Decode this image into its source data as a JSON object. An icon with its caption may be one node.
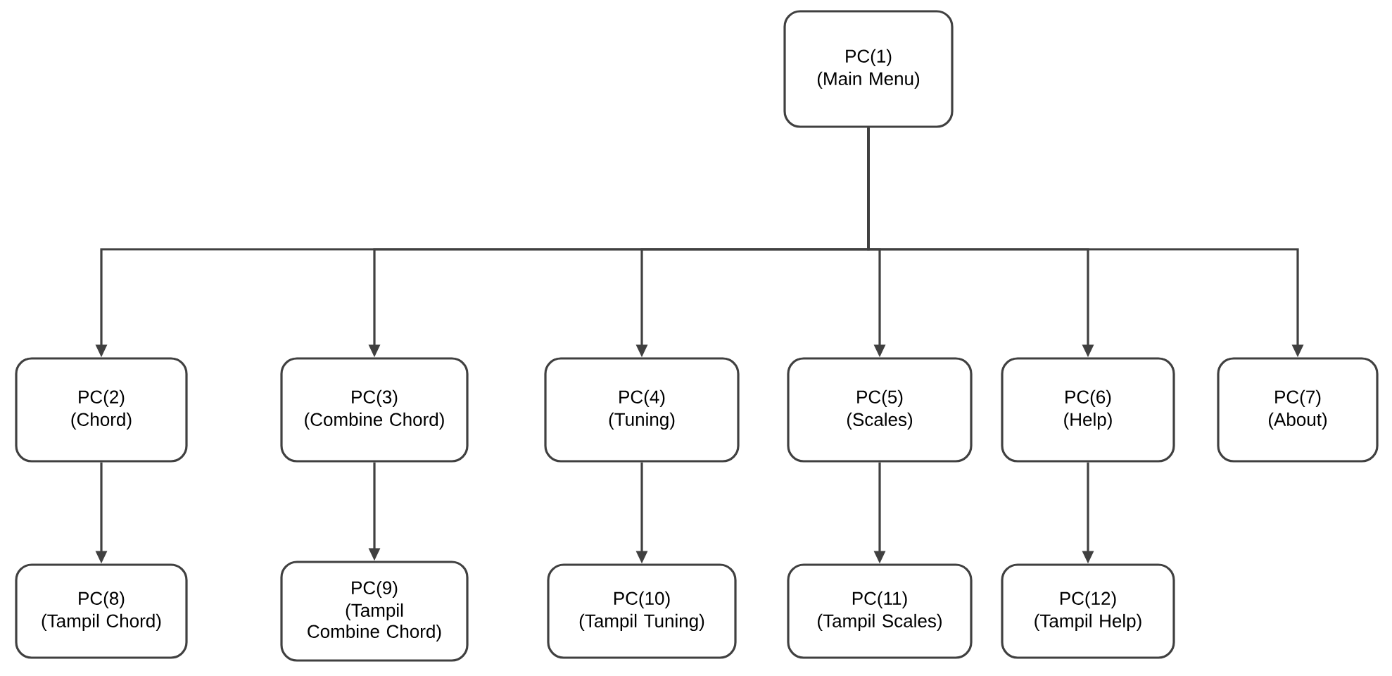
{
  "diagram": {
    "nodes": [
      {
        "text": [
          "PC(1)",
          "(Main Menu)"
        ]
      },
      {
        "text": [
          "PC(2)",
          "(Chord)"
        ]
      },
      {
        "text": [
          "PC(3)",
          "(Combine Chord)"
        ]
      },
      {
        "text": [
          "PC(4)",
          "(Tuning)"
        ]
      },
      {
        "text": [
          "PC(5)",
          "(Scales)"
        ]
      },
      {
        "text": [
          "PC(6)",
          "(Help)"
        ]
      },
      {
        "text": [
          "PC(7)",
          "(About)"
        ]
      },
      {
        "text": [
          "PC(8)",
          "(Tampil Chord)"
        ]
      },
      {
        "text": [
          "PC(9)",
          "(Tampil Combine Chord)"
        ]
      },
      {
        "text": [
          "PC(10)",
          "(Tampil Tuning)"
        ]
      },
      {
        "text": [
          "PC(11)",
          "(Tampil Scales)"
        ]
      },
      {
        "text": [
          "PC(12)",
          "(Tampil Help)"
        ]
      }
    ],
    "edges": [
      {
        "from": 0,
        "to": 1,
        "arrow": "to"
      },
      {
        "from": 0,
        "to": 2,
        "arrow": "to"
      },
      {
        "from": 0,
        "to": 3,
        "arrow": "to"
      },
      {
        "from": 0,
        "to": 4,
        "arrow": "to"
      },
      {
        "from": 0,
        "to": 5,
        "arrow": "to"
      },
      {
        "from": 0,
        "to": 6,
        "arrow": "to"
      },
      {
        "from": 1,
        "to": 7,
        "arrow": "to"
      },
      {
        "from": 2,
        "to": 8,
        "arrow": "to"
      },
      {
        "from": 3,
        "to": 9,
        "arrow": "to"
      },
      {
        "from": 4,
        "to": 10,
        "arrow": "to"
      },
      {
        "from": 5,
        "to": 11,
        "arrow": "to"
      }
    ]
  }
}
